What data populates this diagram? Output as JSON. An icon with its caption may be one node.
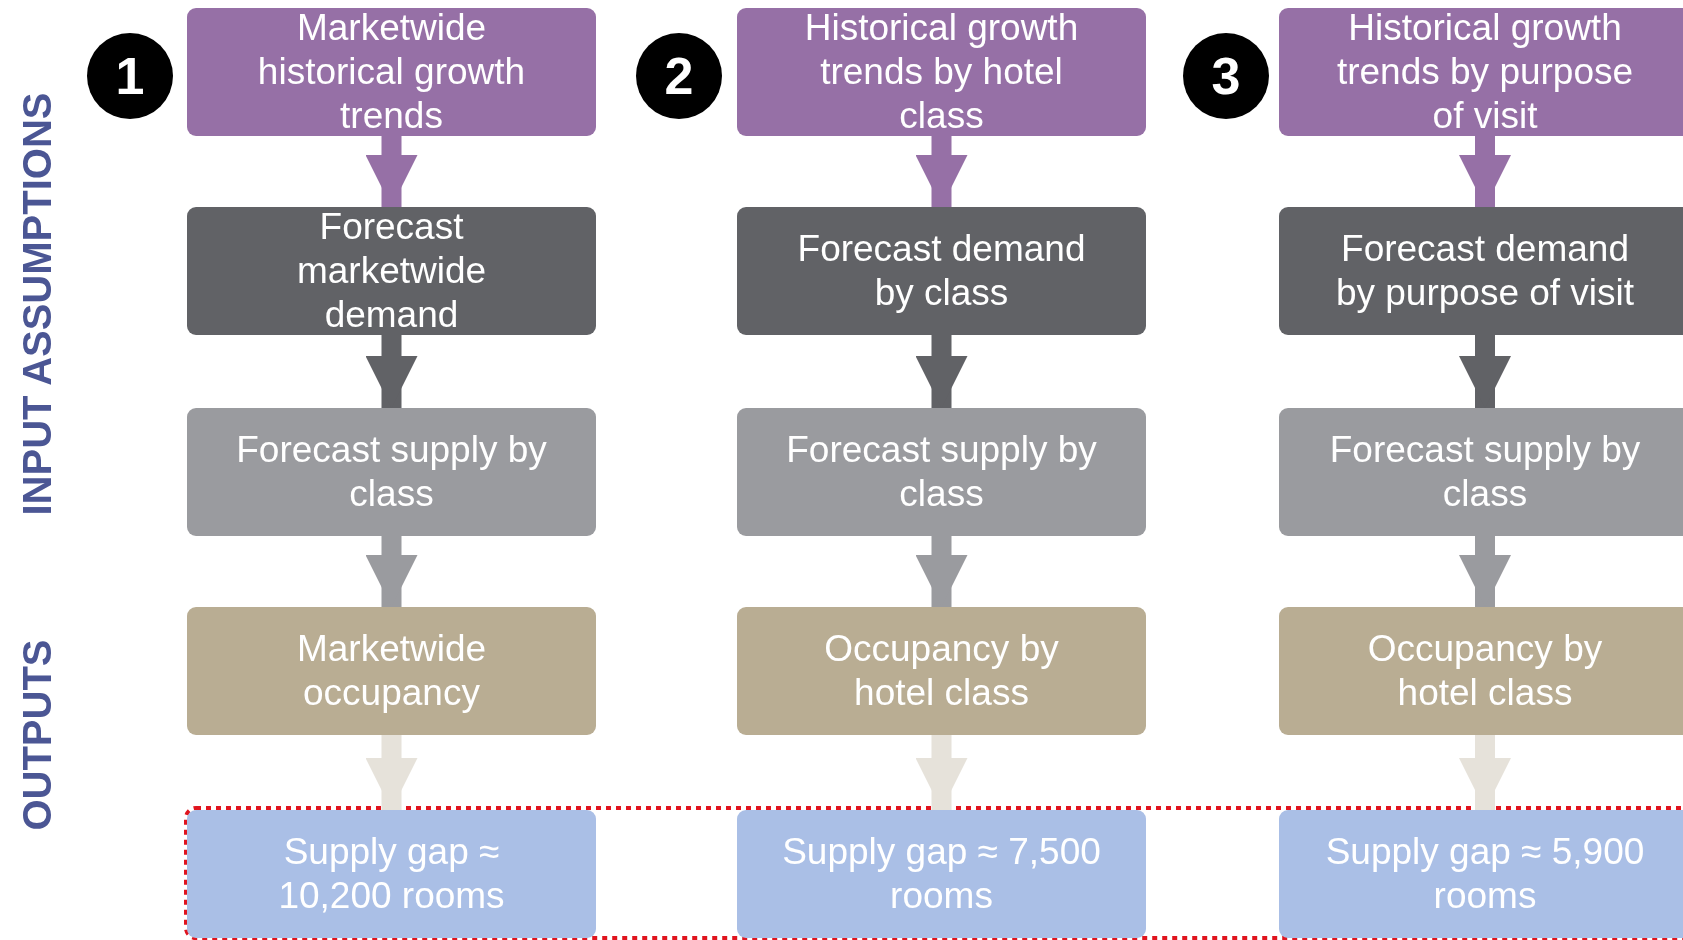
{
  "diagram": {
    "nodes": [
      {
        "text": [
          "1"
        ]
      },
      {
        "text": [
          "Marketwide historical growth trends"
        ]
      },
      {
        "text": [
          "Forecast marketwide demand"
        ]
      },
      {
        "text": [
          "Forecast supply by class"
        ]
      },
      {
        "text": [
          "Marketwide occupancy"
        ]
      },
      {
        "text": [
          "Supply gap ≈ 10,200 rooms"
        ]
      },
      {
        "text": [
          "2"
        ]
      },
      {
        "text": [
          "Historical growth trends by hotel class"
        ]
      },
      {
        "text": [
          "Forecast demand by class"
        ]
      },
      {
        "text": [
          "Forecast supply by class"
        ]
      },
      {
        "text": [
          "Occupancy by hotel class"
        ]
      },
      {
        "text": [
          "Supply gap ≈ 7,500 rooms"
        ]
      },
      {
        "text": [
          "3"
        ]
      },
      {
        "text": [
          "Historical growth trends by purpose of visit"
        ]
      },
      {
        "text": [
          "Forecast demand by purpose of visit"
        ]
      },
      {
        "text": [
          "Forecast supply by class"
        ]
      },
      {
        "text": [
          "Occupancy by hotel class"
        ]
      },
      {
        "text": [
          "Supply gap ≈ 5,900 rooms"
        ]
      }
    ],
    "edges": [
      {
        "from": 1,
        "to": 2,
        "arrow": "to",
        "color": "#9670a6"
      },
      {
        "from": 2,
        "to": 3,
        "arrow": "to",
        "color": "#616266"
      },
      {
        "from": 3,
        "to": 4,
        "arrow": "to",
        "color": "#9a9b9f"
      },
      {
        "from": 4,
        "to": 5,
        "arrow": "to",
        "color": "#e6e2da"
      },
      {
        "from": 7,
        "to": 8,
        "arrow": "to",
        "color": "#9670a6"
      },
      {
        "from": 8,
        "to": 9,
        "arrow": "to",
        "color": "#616266"
      },
      {
        "from": 9,
        "to": 10,
        "arrow": "to",
        "color": "#9a9b9f"
      },
      {
        "from": 10,
        "to": 11,
        "arrow": "to",
        "color": "#e6e2da"
      },
      {
        "from": 13,
        "to": 14,
        "arrow": "to",
        "color": "#9670a6"
      },
      {
        "from": 14,
        "to": 15,
        "arrow": "to",
        "color": "#616266"
      },
      {
        "from": 15,
        "to": 16,
        "arrow": "to",
        "color": "#9a9b9f"
      },
      {
        "from": 16,
        "to": 17,
        "arrow": "to",
        "color": "#e6e2da"
      }
    ],
    "labels": [
      "INPUT ASSUMPTIONS",
      "OUTPUTS"
    ]
  }
}
